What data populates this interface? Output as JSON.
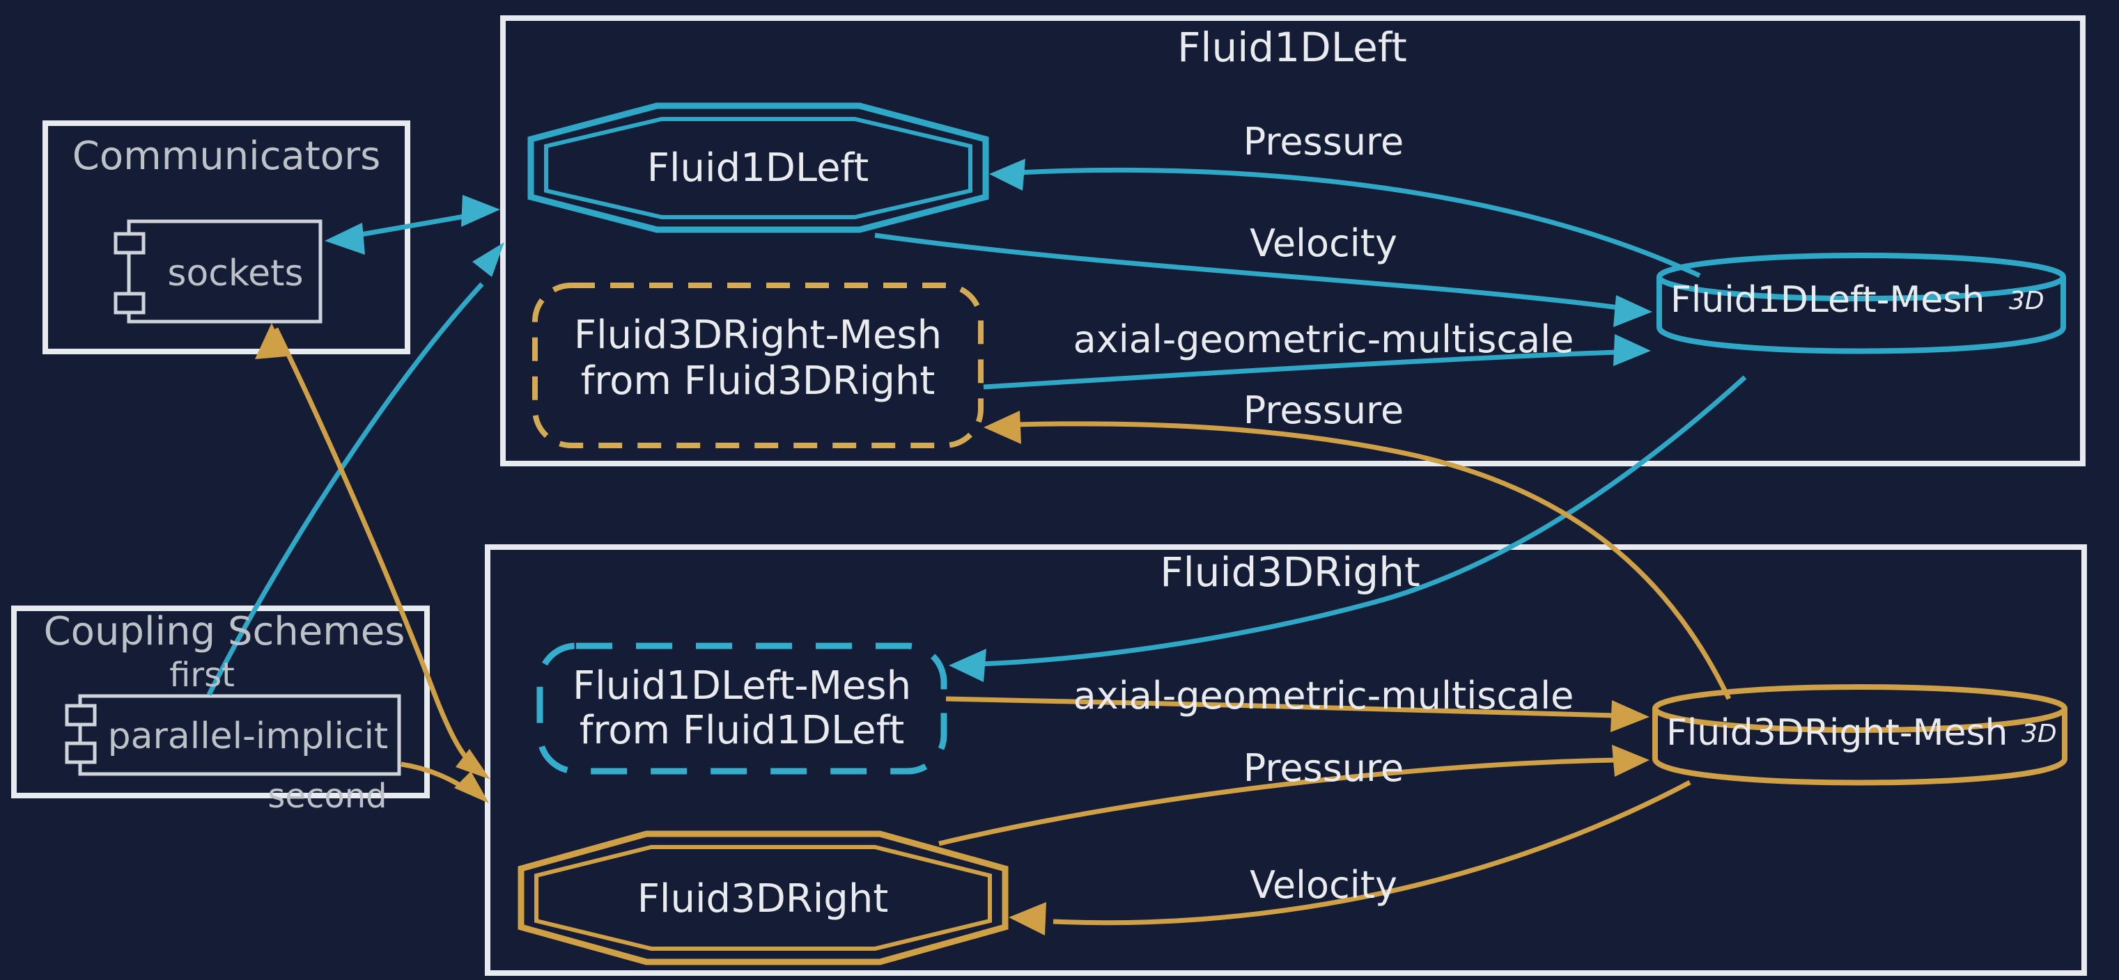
{
  "colors": {
    "background": "#141d35",
    "teal_accent": "#2fa8c7",
    "gold_accent": "#cfa045",
    "box_border": "#e7eaef",
    "text_primary": "#e9ebee",
    "text_secondary": "#bdc1c8"
  },
  "communicators": {
    "title": "Communicators",
    "item": "sockets"
  },
  "coupling": {
    "title": "Coupling Schemes",
    "first": "first",
    "second": "second",
    "item": "parallel-implicit"
  },
  "left": {
    "box_title": "Fluid1DLeft",
    "participant": "Fluid1DLeft",
    "received": {
      "line1": "Fluid3DRight-Mesh",
      "line2": "from Fluid3DRight"
    },
    "mesh": {
      "name": "Fluid1DLeft-Mesh",
      "dim": "3D"
    },
    "labels": {
      "read": "Pressure",
      "write": "Velocity",
      "mapping": "axial-geometric-multiscale",
      "exchange": "Pressure"
    }
  },
  "right": {
    "box_title": "Fluid3DRight",
    "participant": "Fluid3DRight",
    "received": {
      "line1": "Fluid1DLeft-Mesh",
      "line2": "from Fluid1DLeft"
    },
    "mesh": {
      "name": "Fluid3DRight-Mesh",
      "dim": "3D"
    },
    "labels": {
      "mapping": "axial-geometric-multiscale",
      "write": "Pressure",
      "read": "Velocity"
    }
  }
}
